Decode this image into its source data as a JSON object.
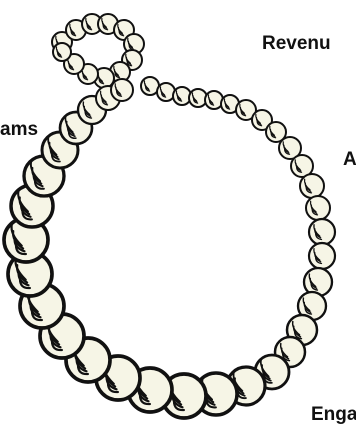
{
  "labels": {
    "top_right": "Revenu",
    "left": "ams",
    "right": "A",
    "bottom_right": "Enga"
  },
  "colors": {
    "bead_fill": "#f6f5e6",
    "outline": "#111111",
    "text": "#111111",
    "background": "#ffffff"
  },
  "figure": {
    "type": "beaded-necklace-loop-illustration"
  }
}
